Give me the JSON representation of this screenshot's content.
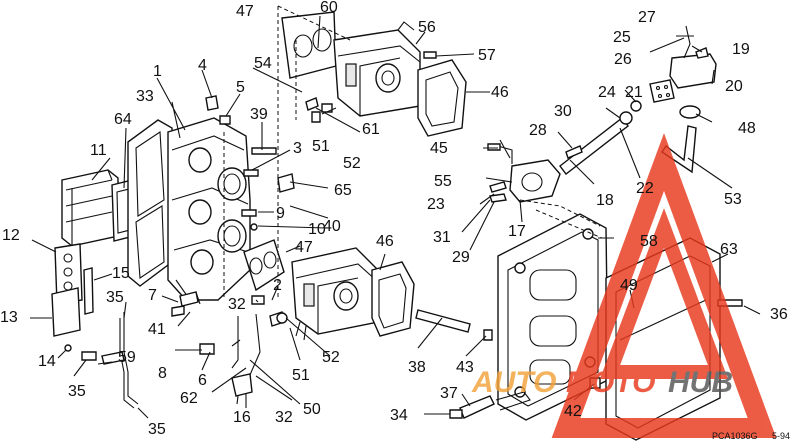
{
  "diagram": {
    "labels": [
      "1",
      "2",
      "3",
      "4",
      "5",
      "6",
      "7",
      "8",
      "9",
      "10",
      "11",
      "12",
      "13",
      "14",
      "15",
      "16",
      "17",
      "18",
      "19",
      "20",
      "21",
      "22",
      "23",
      "24",
      "25",
      "26",
      "27",
      "28",
      "29",
      "30",
      "31",
      "32",
      "32",
      "33",
      "34",
      "35",
      "35",
      "35",
      "36",
      "37",
      "38",
      "39",
      "40",
      "41",
      "42",
      "43",
      "45",
      "46",
      "46",
      "47",
      "47",
      "48",
      "49",
      "50",
      "51",
      "51",
      "52",
      "52",
      "53",
      "54",
      "55",
      "56",
      "57",
      "58",
      "59",
      "60",
      "61",
      "62",
      "63",
      "64",
      "65"
    ],
    "footer_code": "PCA1036G",
    "footer_page": "5-94"
  },
  "watermark": {
    "word_1": "AUTO",
    "word_2": "MOTO",
    "word_3": "HUB",
    "color_primary": "#e8391d",
    "color_secondary": "#f2a23a",
    "color_dark": "#555555"
  }
}
